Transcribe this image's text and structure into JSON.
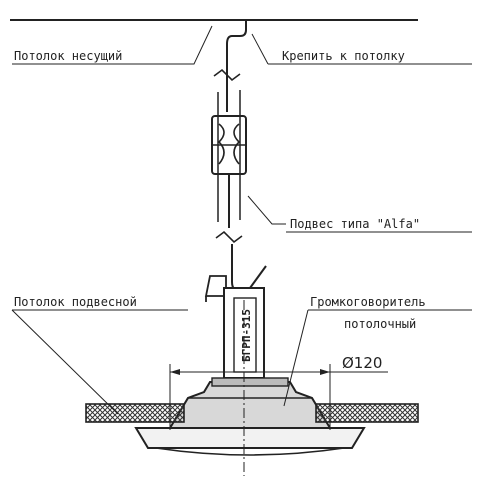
{
  "labels": {
    "ceiling_load_bearing": "Потолок несущий",
    "attach_to_ceiling": "Крепить к потолку",
    "hanger_type": "Подвес типа \"Alfa\"",
    "suspended_ceiling": "Потолок подвесной",
    "speaker_line1": "Громкоговоритель",
    "speaker_line2": "потолочный",
    "diameter": "Ø120",
    "model": "БГРП-315"
  },
  "colors": {
    "ink": "#222222",
    "hatch": "#333333",
    "background": "#ffffff"
  }
}
